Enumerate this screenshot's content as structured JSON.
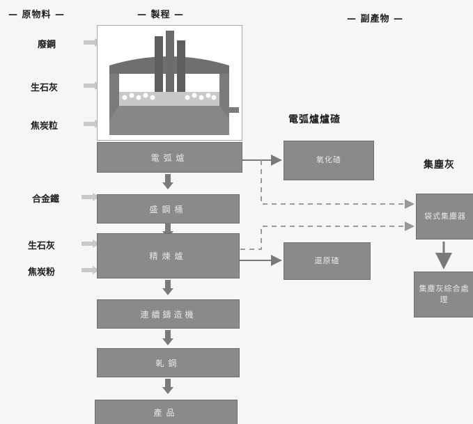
{
  "headers": {
    "raw_materials": "— 原物料 —",
    "process": "— 製程 —",
    "byproducts": "— 副產物 —"
  },
  "raw_inputs": [
    {
      "label": "廢鋼"
    },
    {
      "label": "生石灰"
    },
    {
      "label": "焦炭粒"
    },
    {
      "label": "合金鐵"
    },
    {
      "label": "生石灰"
    },
    {
      "label": "焦炭粉"
    }
  ],
  "process_steps": [
    {
      "label": "電弧爐"
    },
    {
      "label": "盛鋼桶"
    },
    {
      "label": "精煉爐"
    },
    {
      "label": "連續鑄造機"
    },
    {
      "label": "軋鋼"
    },
    {
      "label": "產品"
    }
  ],
  "slag_section": {
    "title": "電弧爐爐碴",
    "oxidizing_slag": "氧化碴",
    "reducing_slag": "還原碴"
  },
  "dust_section": {
    "title": "集塵灰",
    "collector": "袋式集塵器",
    "treatment": "集塵灰綜合處理"
  },
  "colors": {
    "box_fill": "#8a8a8a",
    "box_text": "#e6e6e6",
    "arrow": "#7a7a7a",
    "input_arrow": "#c9c9c9",
    "furnace_body": "#7b7b7b",
    "background": "#f6f6f4"
  }
}
